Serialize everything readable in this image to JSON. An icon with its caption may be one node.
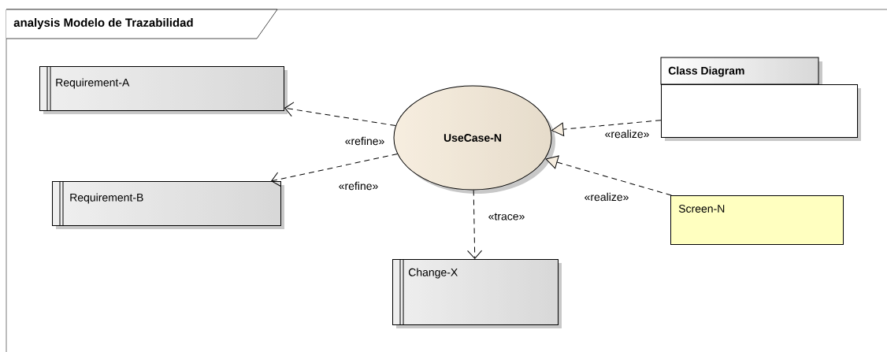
{
  "diagram": {
    "title": "analysis Modelo de Trazabilidad",
    "nodes": [
      {
        "text": [
          "Requirement-A"
        ]
      },
      {
        "text": [
          "Requirement-B"
        ]
      },
      {
        "text": [
          "UseCase-N"
        ]
      },
      {
        "text": [
          "Change-X"
        ]
      },
      {
        "text": [
          "Class Diagram"
        ]
      },
      {
        "text": [
          "Screen-N"
        ]
      }
    ],
    "edges": [
      {
        "from": 2,
        "to": 0,
        "arrow": "to",
        "label": "«refine»",
        "style": "dashed"
      },
      {
        "from": 2,
        "to": 1,
        "arrow": "to",
        "label": "«refine»",
        "style": "dashed"
      },
      {
        "from": 2,
        "to": 3,
        "arrow": "to",
        "label": "«trace»",
        "style": "dashed"
      },
      {
        "from": 4,
        "to": 2,
        "arrow": "to",
        "label": "«realize»",
        "style": "dashed"
      },
      {
        "from": 5,
        "to": 2,
        "arrow": "to",
        "label": "«realize»",
        "style": "dashed"
      }
    ]
  }
}
